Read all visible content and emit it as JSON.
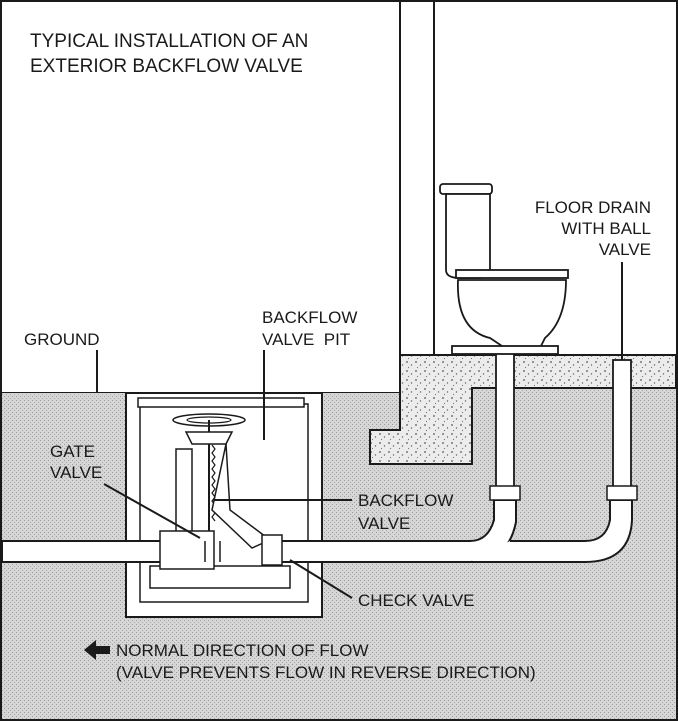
{
  "title": {
    "line1": "TYPICAL INSTALLATION OF AN",
    "line2": "EXTERIOR BACKFLOW VALVE"
  },
  "labels": {
    "ground": "GROUND",
    "backflow_pit_line1": "BACKFLOW",
    "backflow_pit_line2": "VALVE  PIT",
    "gate_valve_line1": "GATE",
    "gate_valve_line2": "VALVE",
    "backflow_valve_line1": "BACKFLOW",
    "backflow_valve_line2": "VALVE",
    "check_valve": "CHECK VALVE",
    "floor_drain_line1": "FLOOR DRAIN",
    "floor_drain_line2": "WITH BALL",
    "floor_drain_line3": "VALVE"
  },
  "flow_note": {
    "arrow_icon": "left-arrow-icon",
    "line1": "NORMAL DIRECTION OF FLOW",
    "line2": "(VALVE PREVENTS FLOW IN REVERSE DIRECTION)"
  },
  "colors": {
    "ink": "#1a1a1a",
    "soil": "#cfcfcf",
    "concrete": "#e6e6e6",
    "background": "#ffffff"
  }
}
